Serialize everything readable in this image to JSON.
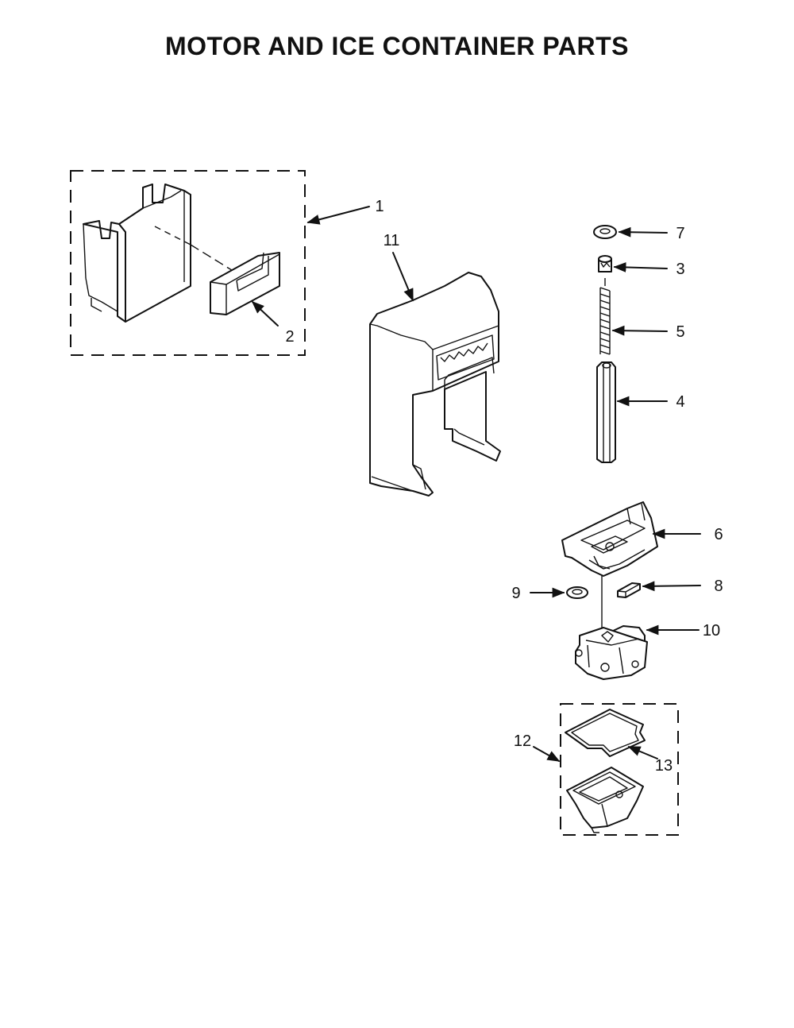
{
  "title": "MOTOR AND ICE CONTAINER PARTS",
  "callouts": [
    {
      "id": "1",
      "text": "1"
    },
    {
      "id": "2",
      "text": "2"
    },
    {
      "id": "3",
      "text": "3"
    },
    {
      "id": "4",
      "text": "4"
    },
    {
      "id": "5",
      "text": "5"
    },
    {
      "id": "6",
      "text": "6"
    },
    {
      "id": "7",
      "text": "7"
    },
    {
      "id": "8",
      "text": "8"
    },
    {
      "id": "9",
      "text": "9"
    },
    {
      "id": "10",
      "text": "10"
    },
    {
      "id": "11",
      "text": "11"
    },
    {
      "id": "12",
      "text": "12"
    },
    {
      "id": "13",
      "text": "13"
    }
  ]
}
